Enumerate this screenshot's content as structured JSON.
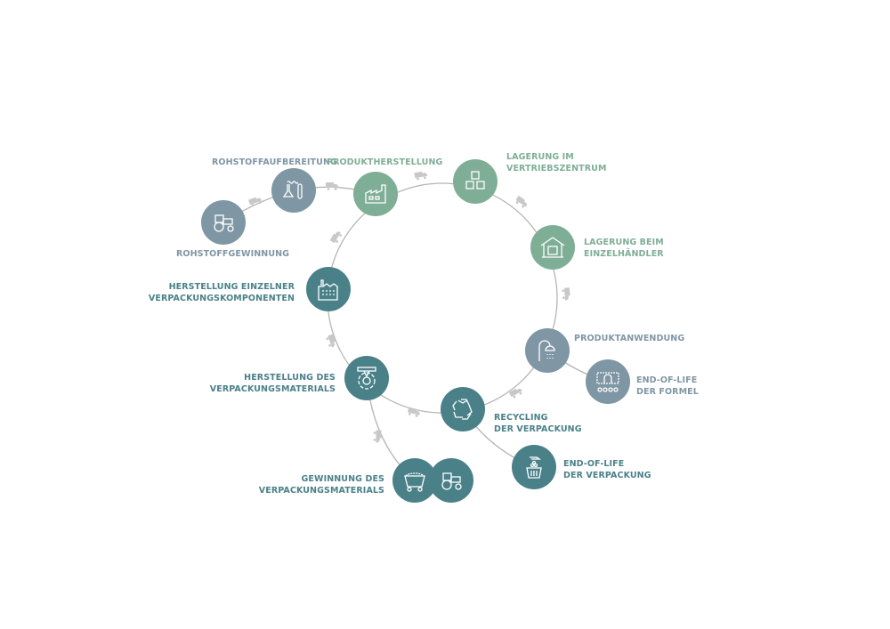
{
  "colors": {
    "grey": "#7f96a4",
    "green": "#7fae96",
    "teal": "#4a8189",
    "line": "#b5b5b5",
    "truck": "#c8c8c8"
  },
  "nodes": [
    {
      "id": "rohstoffgewinnung",
      "icon": "tractor-icon",
      "lines": [
        "ROHSTOFFGEWINNUNG"
      ]
    },
    {
      "id": "rohstoffaufbereitung",
      "icon": "lab-flask-icon",
      "lines": [
        "ROHSTOFFAUFBEREITUNG"
      ]
    },
    {
      "id": "produktherstellung",
      "icon": "factory-icon",
      "lines": [
        "PRODUKTHERSTELLUNG"
      ]
    },
    {
      "id": "lagerung-vertrieb",
      "icon": "boxes-icon",
      "lines": [
        "LAGERUNG IM",
        "VERTRIEBSZENTRUM"
      ]
    },
    {
      "id": "lagerung-einzelhandel",
      "icon": "warehouse-icon",
      "lines": [
        "LAGERUNG BEIM",
        "EINZELHÄNDLER"
      ]
    },
    {
      "id": "produktanwendung",
      "icon": "shower-icon",
      "lines": [
        "PRODUKTANWENDUNG"
      ]
    },
    {
      "id": "eol-formel",
      "icon": "drain-icon",
      "lines": [
        "END-OF-LIFE",
        "DER FORMEL"
      ]
    },
    {
      "id": "recycling",
      "icon": "recycle-icon",
      "lines": [
        "RECYCLING",
        "DER VERPACKUNG"
      ]
    },
    {
      "id": "eol-verpackung",
      "icon": "trash-bin-icon",
      "lines": [
        "END-OF-LIFE",
        "DER VERPACKUNG"
      ]
    },
    {
      "id": "herstellung-material",
      "icon": "gear-nozzle-icon",
      "lines": [
        "HERSTELLUNG DES",
        "VERPACKUNGSMATERIALS"
      ]
    },
    {
      "id": "herstellung-komponenten",
      "icon": "factory-plant-icon",
      "lines": [
        "HERSTELLUNG EINZELNER",
        "VERPACKUNGSKOMPONENTEN"
      ]
    },
    {
      "id": "gewinnung-material",
      "icon": "mine-cart-icon",
      "lines": [
        "GEWINNUNG DES",
        "VERPACKUNGSMATERIALS"
      ]
    }
  ]
}
